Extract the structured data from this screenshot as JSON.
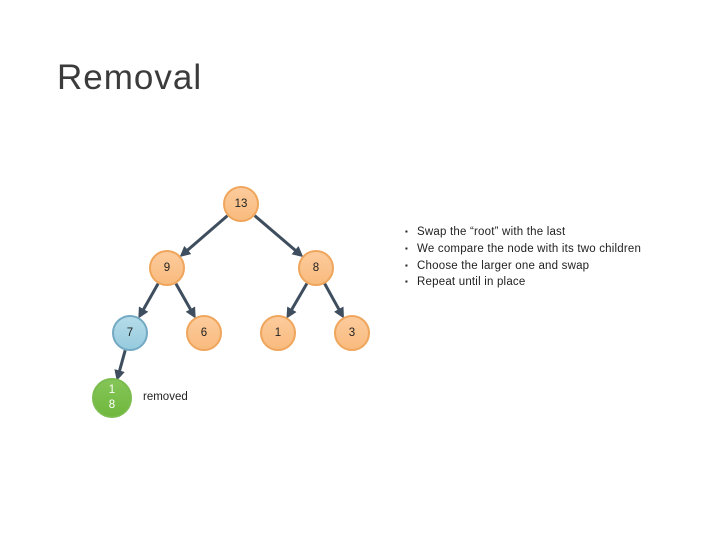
{
  "slide": {
    "title": "Removal",
    "background_color": "#FFFFFF",
    "title_color": "#3B3B3B"
  },
  "bullet_list": {
    "bullet_char": "▪",
    "items": [
      "Swap the “root” with the last",
      "We compare the node with its two children",
      "Choose the larger one and swap",
      "Repeat until in place"
    ]
  },
  "tree": {
    "nodes": [
      {
        "value": "13",
        "state": "normal"
      },
      {
        "value": "9",
        "state": "normal"
      },
      {
        "value": "8",
        "state": "normal"
      },
      {
        "value": "7",
        "state": "highlight"
      },
      {
        "value": "6",
        "state": "normal"
      },
      {
        "value": "1",
        "state": "normal"
      },
      {
        "value": "3",
        "state": "normal"
      },
      {
        "value": "18",
        "state": "removed"
      }
    ],
    "edges": [
      [
        "13",
        "9"
      ],
      [
        "13",
        "8"
      ],
      [
        "9",
        "7"
      ],
      [
        "9",
        "6"
      ],
      [
        "8",
        "1"
      ],
      [
        "8",
        "3"
      ],
      [
        "7",
        "18"
      ]
    ],
    "removed_label": "removed",
    "colors": {
      "node_fill": "#FBC28C",
      "node_border": "#EFA55B",
      "highlight_fill": "#9ED0E1",
      "highlight_border": "#74A9C4",
      "removed_fill": "#77BC45",
      "removed_border": "#7ABD4E",
      "removed_text": "#FFFFFF",
      "edge": "#3F4E5E"
    }
  }
}
